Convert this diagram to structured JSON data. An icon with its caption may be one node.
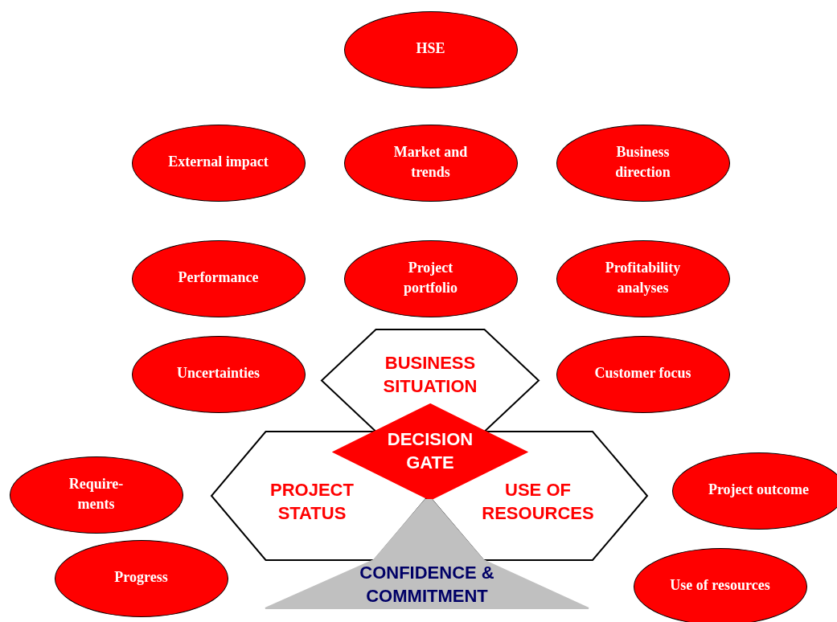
{
  "diagram": {
    "nodes": [
      {
        "text": [
          "HSE"
        ]
      },
      {
        "text": [
          "External impact"
        ]
      },
      {
        "text": [
          "Market and trends"
        ]
      },
      {
        "text": [
          "Business direction"
        ]
      },
      {
        "text": [
          "Performance"
        ]
      },
      {
        "text": [
          "Project portfolio"
        ]
      },
      {
        "text": [
          "Profitability analyses"
        ]
      },
      {
        "text": [
          "Uncertainties"
        ]
      },
      {
        "text": [
          "Customer focus"
        ]
      },
      {
        "text": [
          "BUSINESS SITUATION"
        ]
      },
      {
        "text": [
          "DECISION GATE"
        ]
      },
      {
        "text": [
          "Require-ments"
        ]
      },
      {
        "text": [
          "PROJECT STATUS"
        ]
      },
      {
        "text": [
          "USE OF RESOURCES"
        ]
      },
      {
        "text": [
          "Project outcome"
        ]
      },
      {
        "text": [
          "Progress"
        ]
      },
      {
        "text": [
          "CONFIDENCE & COMMITMENT"
        ]
      },
      {
        "text": [
          "Use of resources"
        ]
      }
    ]
  }
}
